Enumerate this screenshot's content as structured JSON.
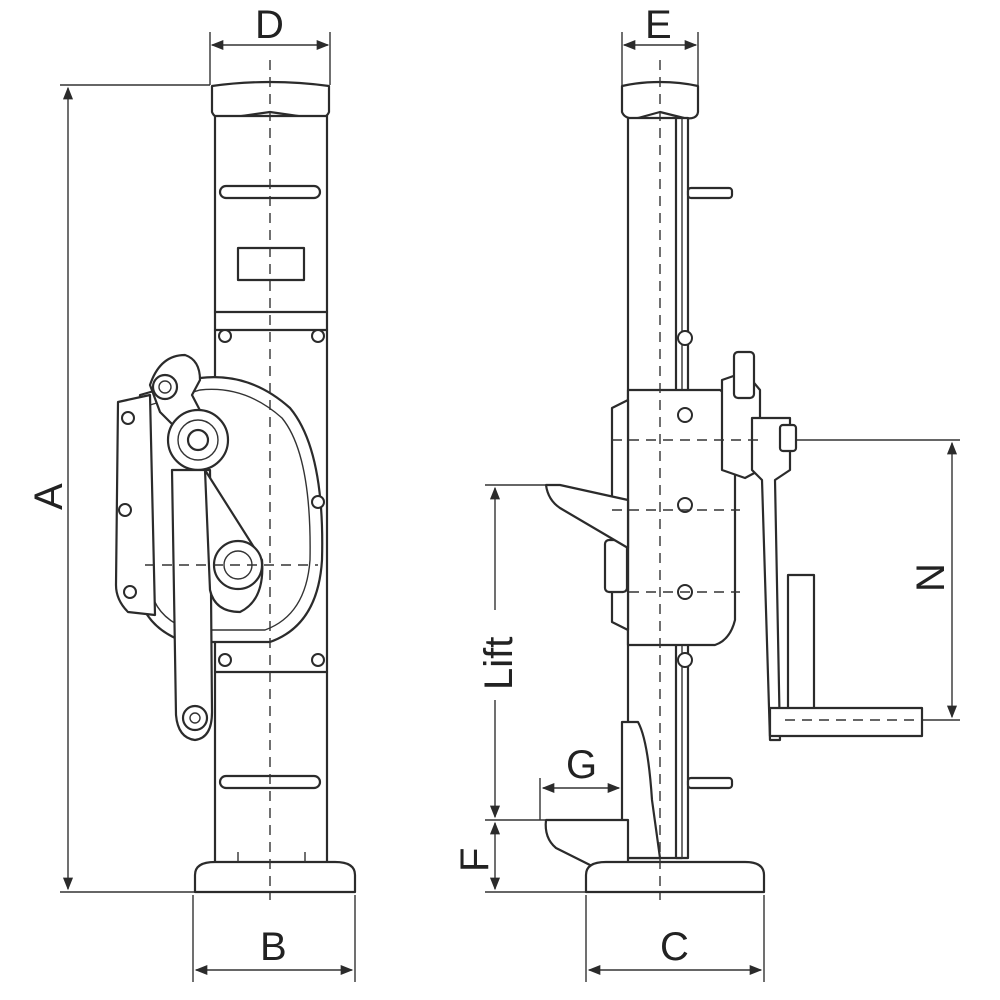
{
  "labels": {
    "a": "A",
    "b": "B",
    "c": "C",
    "d": "D",
    "e": "E",
    "f": "F",
    "g": "G",
    "n": "N",
    "lift": "Lift"
  },
  "colors": {
    "line": "#2b2b2b",
    "background": "#ffffff"
  }
}
